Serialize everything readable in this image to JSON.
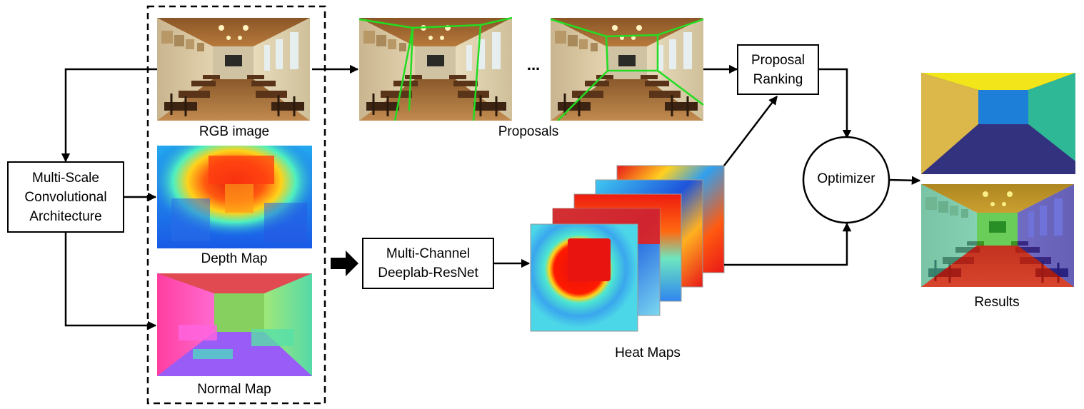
{
  "boxes": {
    "multiscale": "Multi-Scale\nConvolutional\nArchitecture",
    "deeplab": "Multi-Channel\nDeeplab-ResNet",
    "ranking": "Proposal\nRanking",
    "optimizer": "Optimizer"
  },
  "labels": {
    "rgb": "RGB image",
    "depth": "Depth Map",
    "normal": "Normal Map",
    "proposals": "Proposals",
    "ellipsis": "...",
    "heatmaps": "Heat Maps",
    "results": "Results"
  },
  "colors": {
    "proposal_lines": "#22dd22",
    "result_ceiling": "#f2e61a",
    "result_left_wall": "#dcb84a",
    "result_back_wall": "#1e7fd8",
    "result_right_wall": "#2fb896",
    "result_floor": "#33327f"
  }
}
